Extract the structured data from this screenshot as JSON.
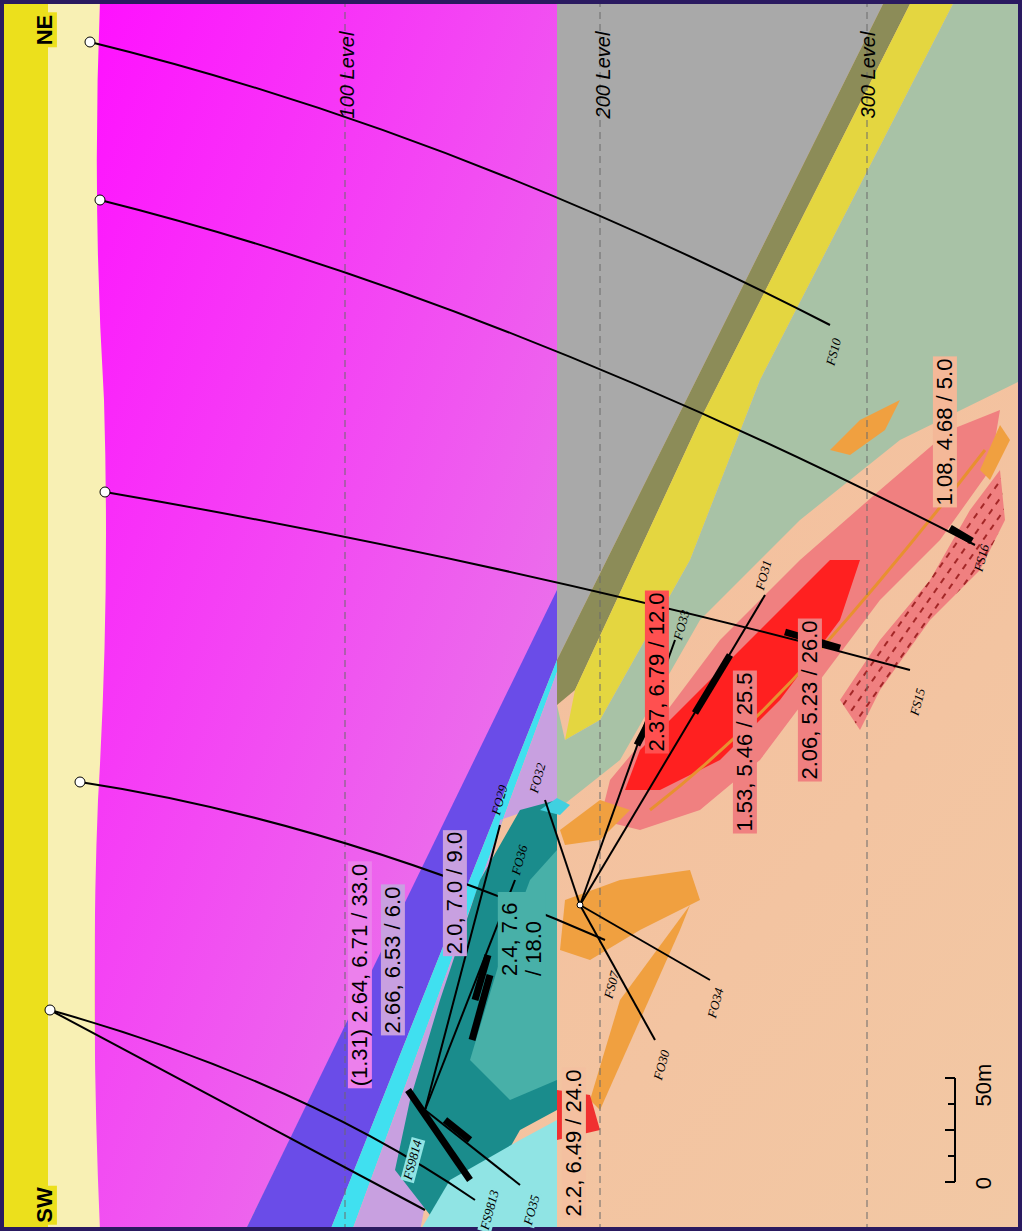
{
  "diagram": {
    "labels": [
      "NE",
      "SW",
      "100 Level",
      "200 Level",
      "300 Level",
      "FS10",
      "FS16",
      "FS15",
      "FO31",
      "FO33",
      "FO32",
      "FO29",
      "FO36",
      "FS07",
      "FO34",
      "FO30",
      "FS9814",
      "FS9813",
      "FO35",
      "1.08, 4.68 / 5.0",
      "2.06, 5.23 / 26.0",
      "2.37, 6.79 / 12.0",
      "1.53, 5.46 / 25.5",
      "2.0, 7.0 / 9.0",
      "(1.31) 2.64, 6.71 / 33.0",
      "2.66, 6.53 / 6.0",
      "2.4, 7.6 / 18.0",
      "2.2, 6.49 / 24.0",
      "50m",
      "0"
    ]
  }
}
